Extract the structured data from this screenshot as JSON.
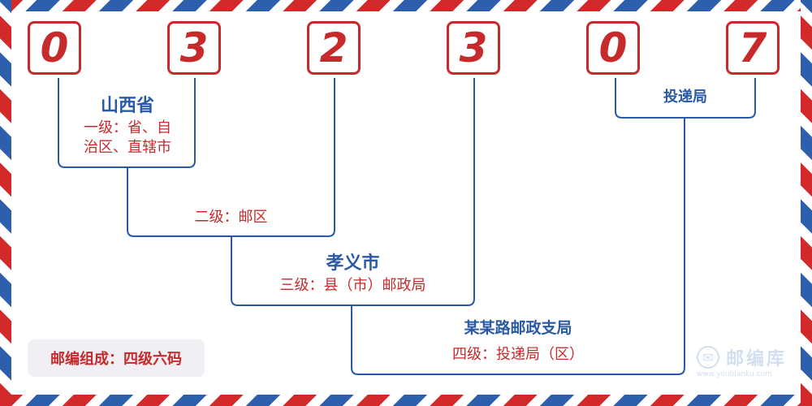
{
  "digits": [
    "0",
    "3",
    "2",
    "3",
    "0",
    "7"
  ],
  "levels": {
    "province_name": "山西省",
    "level1_line1": "一级：省、自",
    "level1_line2": "治区、直辖市",
    "level2": "二级：邮区",
    "city_name": "孝义市",
    "level3": "三级：县（市）邮政局",
    "branch_name": "某某路邮政支局",
    "level4": "四级：投递局（区）",
    "delivery": "投递局"
  },
  "legend": "邮编组成：四级六码",
  "logo": {
    "name": "邮编库",
    "url": "www.youbianku.com",
    "icon": "envelope-icon"
  },
  "colors": {
    "red": "#c72a2a",
    "blue": "#2a5aa5"
  }
}
